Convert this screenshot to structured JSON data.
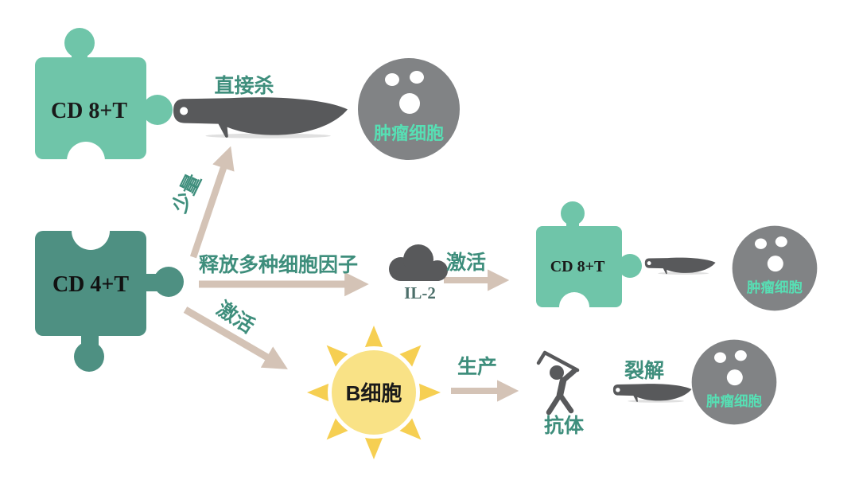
{
  "diagram": {
    "nodes": {
      "cd8t_top": {
        "label": "CD 8+T"
      },
      "cd4t": {
        "label": "CD 4+T"
      },
      "cd8t_right": {
        "label": "CD 8+T"
      },
      "il2": {
        "label": "IL-2"
      },
      "bcell": {
        "label": "B细胞"
      },
      "antibody": {
        "label": "抗体"
      },
      "tumor_top": {
        "label": "肿瘤细胞"
      },
      "tumor_right": {
        "label": "肿瘤细胞"
      },
      "tumor_bottom": {
        "label": "肿瘤细胞"
      }
    },
    "edge_labels": {
      "direct_kill": "直接杀",
      "small_amount": "少量",
      "release_cytokines": "释放多种细胞因子",
      "activate_cd8": "激活",
      "activate_bcell": "激活",
      "produce": "生产",
      "lysis": "裂解"
    },
    "colors": {
      "puzzle_light_teal": "#6fc5a9",
      "puzzle_dark_teal": "#4e9082",
      "edge_label_teal": "#3e8e7c",
      "tumor_ball_gray": "#818385",
      "tumor_label_mint": "#57dfb4",
      "icon_dark_gray": "#58595b",
      "arrow_tan": "#d4c3b6",
      "sun_ray_yellow": "#f6cf52",
      "sun_center_yellow": "#f9e286",
      "il2_label_color": "#4c6f6a",
      "node_label_black": "#1a1a1a"
    }
  }
}
